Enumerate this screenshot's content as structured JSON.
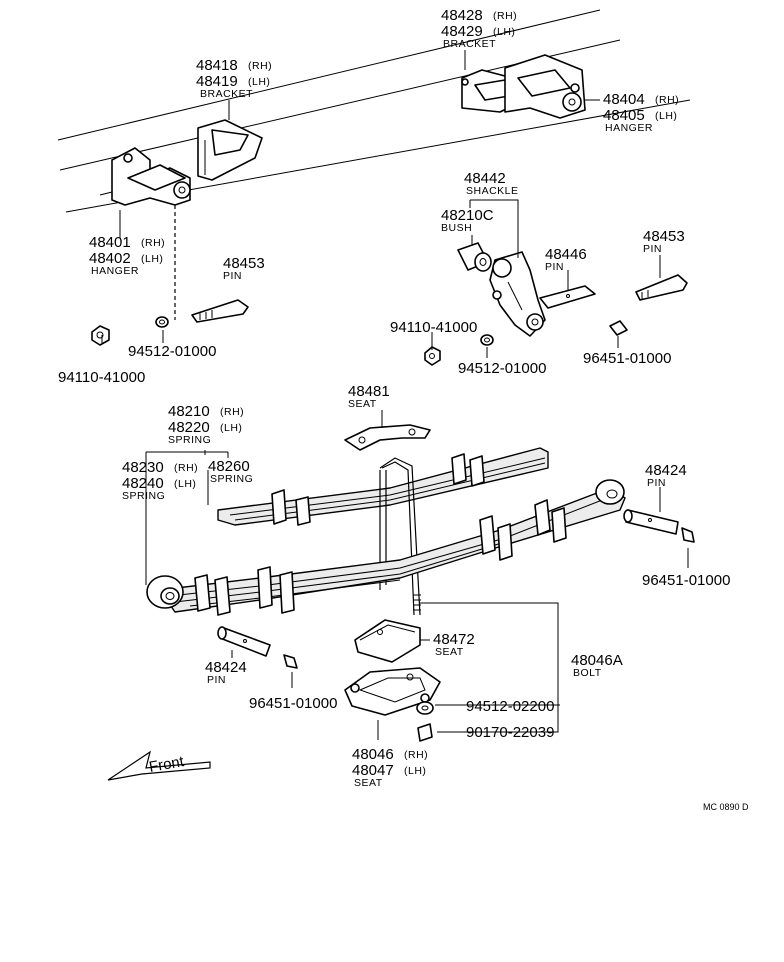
{
  "labels": {
    "bracket_front_rh": "48418",
    "bracket_front_lh": "48419",
    "bracket_front_name": "BRACKET",
    "bracket_rear_rh": "48428",
    "bracket_rear_lh": "48429",
    "bracket_rear_name": "BRACKET",
    "hanger_rear_rh": "48404",
    "hanger_rear_lh": "48405",
    "hanger_rear_name": "HANGER",
    "hanger_front_rh": "48401",
    "hanger_front_lh": "48402",
    "hanger_front_name": "HANGER",
    "pin_front": "48453",
    "pin_front_name": "PIN",
    "nut_left": "94110-41000",
    "washer_left": "94512-01000",
    "shackle": "48442",
    "shackle_name": "SHACKLE",
    "bush": "48210C",
    "bush_name": "BUSH",
    "pin_shackle": "48446",
    "pin_shackle_name": "PIN",
    "pin_rear": "48453",
    "pin_rear_name": "PIN",
    "nut_mid": "94110-41000",
    "washer_mid": "94512-01000",
    "fitting_upper": "96451-01000",
    "seat_upper": "48481",
    "seat_upper_name": "SEAT",
    "spring_main_rh": "48210",
    "spring_main_lh": "48220",
    "spring_main_name": "SPRING",
    "spring_rh": "48230",
    "spring_lh": "48240",
    "spring_name": "SPRING",
    "spring_helper": "48260",
    "spring_helper_name": "SPRING",
    "pin_right": "48424",
    "pin_right_name": "PIN",
    "fitting_right": "96451-01000",
    "pin_left": "48424",
    "pin_left_name": "PIN",
    "fitting_left": "96451-01000",
    "seat_mid": "48472",
    "seat_mid_name": "SEAT",
    "bolt": "48046A",
    "bolt_name": "BOLT",
    "washer_bolt": "94512-02200",
    "nut_bolt": "90170-22039",
    "seat_lower_rh": "48046",
    "seat_lower_lh": "48047",
    "seat_lower_name": "SEAT",
    "rh_tag": "(RH)",
    "lh_tag": "(LH)",
    "front_arrow": "Front",
    "ref_code": "MC 0890 D"
  }
}
